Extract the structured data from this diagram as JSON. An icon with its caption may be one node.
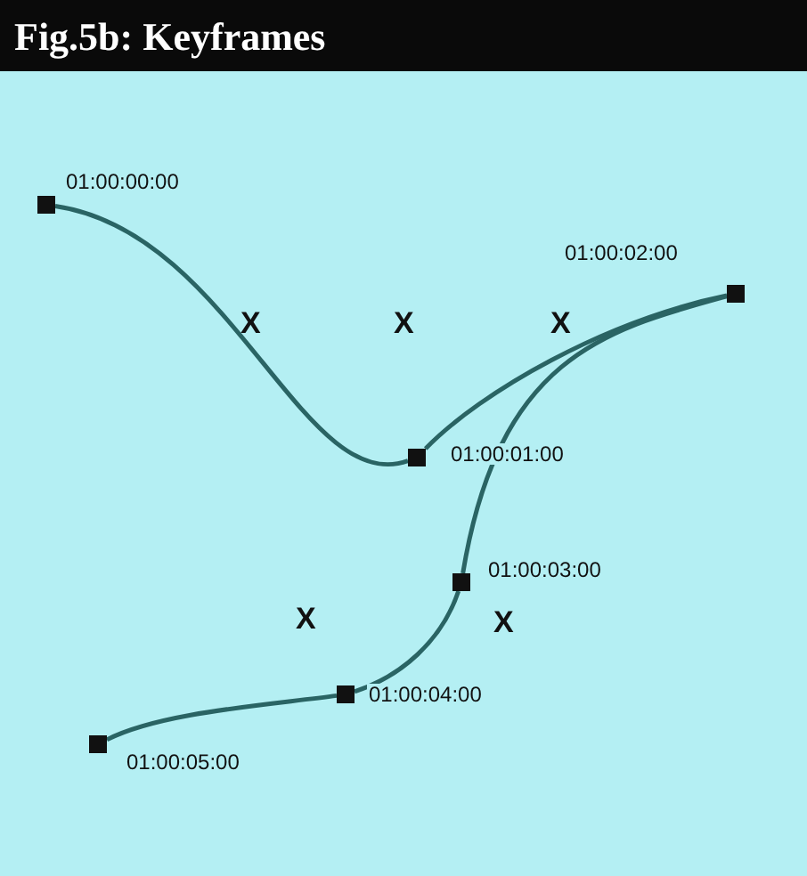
{
  "diagram": {
    "title": "Fig.5b: Keyframes",
    "nodes": [
      {
        "text": [],
        "shape": "box",
        "beside": [
          "01:00:00:00"
        ]
      },
      {
        "text": [],
        "shape": "box",
        "beside": [
          "01:00:01:00"
        ]
      },
      {
        "text": [],
        "shape": "box",
        "beside": [
          "01:00:02:00"
        ]
      },
      {
        "text": [],
        "shape": "box",
        "beside": [
          "01:00:03:00"
        ]
      },
      {
        "text": [],
        "shape": "box",
        "beside": [
          "01:00:04:00"
        ]
      },
      {
        "text": [],
        "shape": "box",
        "beside": [
          "01:00:05:00"
        ]
      }
    ],
    "edges": [
      {
        "from": 0,
        "to": 1,
        "arrow": "none"
      },
      {
        "from": 1,
        "to": 2,
        "arrow": "none"
      },
      {
        "from": 2,
        "to": 3,
        "arrow": "none"
      },
      {
        "from": 3,
        "to": 4,
        "arrow": "none"
      },
      {
        "from": 4,
        "to": 5,
        "arrow": "none"
      }
    ],
    "labels": [
      "X",
      "X",
      "X",
      "X",
      "X"
    ]
  }
}
